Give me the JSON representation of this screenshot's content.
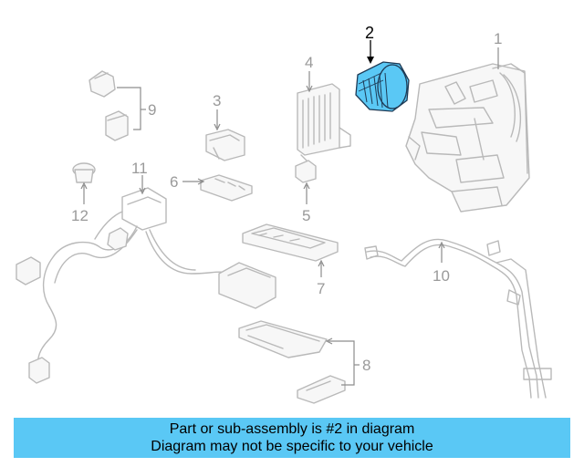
{
  "diagram": {
    "highlight_color": "#5ac8f5",
    "callouts": {
      "c1": "1",
      "c2": "2",
      "c3": "3",
      "c4": "4",
      "c5": "5",
      "c6": "6",
      "c7": "7",
      "c8": "8",
      "c9": "9",
      "c10": "10",
      "c11": "11",
      "c12": "12"
    }
  },
  "banner": {
    "line1": "Part or sub-assembly is #2 in diagram",
    "line2": "Diagram may not be specific to your vehicle",
    "background": "#5ac8f5"
  }
}
